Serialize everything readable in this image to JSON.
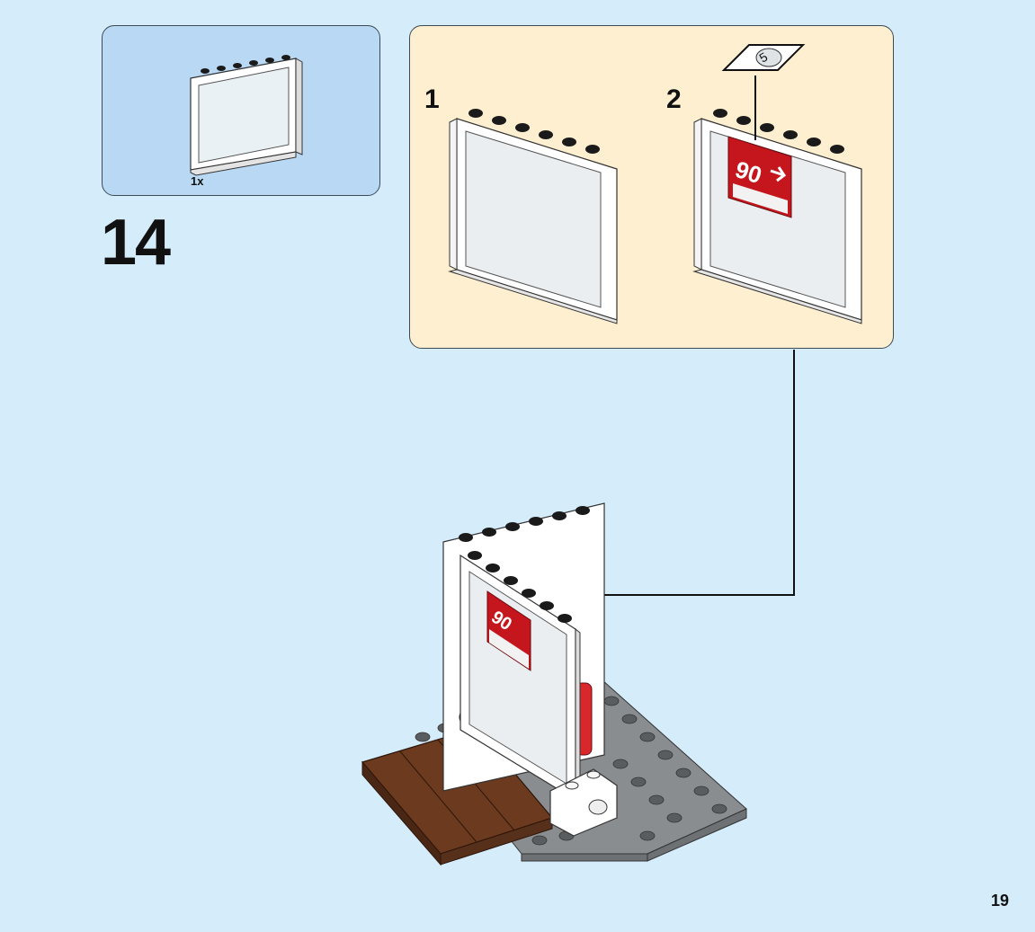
{
  "step": {
    "number": "14",
    "page_number": "19"
  },
  "parts_callout": {
    "quantity_label": "1x"
  },
  "sub_assembly": {
    "sub_steps": [
      {
        "label": "1"
      },
      {
        "label": "2"
      }
    ],
    "sticker_number": "5",
    "sign_text": "90"
  },
  "colors": {
    "page_background": "#d5ecfb",
    "parts_box": "#b8d8f3",
    "sub_box": "#fdefcf",
    "sign_red": "#c4161c",
    "plate_grey": "#8a8d90",
    "pallet_brown": "#6b3a1f"
  }
}
